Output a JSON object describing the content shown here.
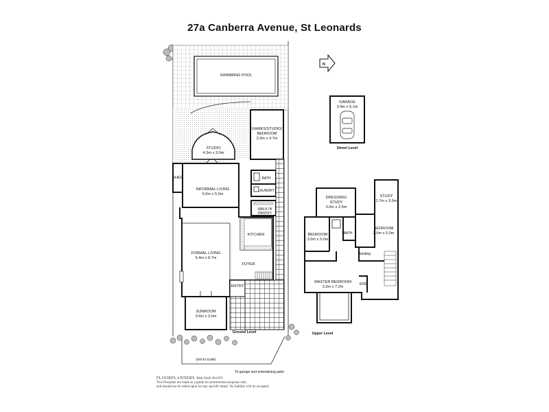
{
  "title": "27a Canberra Avenue, St Leonards",
  "rooms": {
    "pool": "SWIMMING POOL",
    "games": [
      "GAMES/STUDIO/",
      "BEDROOM",
      "3.3m x 4.7m"
    ],
    "studio": [
      "STUDIO",
      "4.3m x 3.0m"
    ],
    "shed": "SHED",
    "bath_ground": "BATH",
    "laundry": "LAUNDRY",
    "informal": [
      "INFORMAL LIVING",
      "5.0m x 5.5m"
    ],
    "pantry": [
      "WALK IN",
      "PANTRY"
    ],
    "kitchen": "KITCHEN",
    "formal": [
      "FORMAL LIVING",
      "5.4m x 8.7m"
    ],
    "foyer": "FOYER",
    "entry": "ENTRY",
    "sunroom": [
      "SUNROOM",
      "3.6m x 3.0m"
    ],
    "garage": [
      "GARAGE",
      "3.4m x 6.1m"
    ],
    "dressing": [
      "DRESSING/",
      "STUDY",
      "3.0m x 2.5m"
    ],
    "study": [
      "STUDY",
      "2.7m x 3.5m"
    ],
    "bedroom_left": [
      "BEDROOM",
      "3.0m x 5.0m"
    ],
    "bath_upper": "BATH",
    "bedroom_right": [
      "BEDROOM",
      "3.0m x 5.0m"
    ],
    "landing": "landing",
    "master": [
      "MASTER BEDROOM",
      "3.3m x 7.2m"
    ],
    "ens": "ENS"
  },
  "levels": {
    "street": "Street Level",
    "ground": "Ground Level",
    "upper": "Upper Level"
  },
  "notes": {
    "scale": "(not to scale)",
    "patio": "To garage and entertaining patio",
    "north": "N"
  },
  "footer": {
    "brand": "FLOORPLANNERS",
    "mob": "Mob 0418 494 876",
    "line1": "This floorplan are made as a guide for promotional purposes only",
    "line2": "and should not be relied upon for any specific detail. No liability will be accepted."
  }
}
